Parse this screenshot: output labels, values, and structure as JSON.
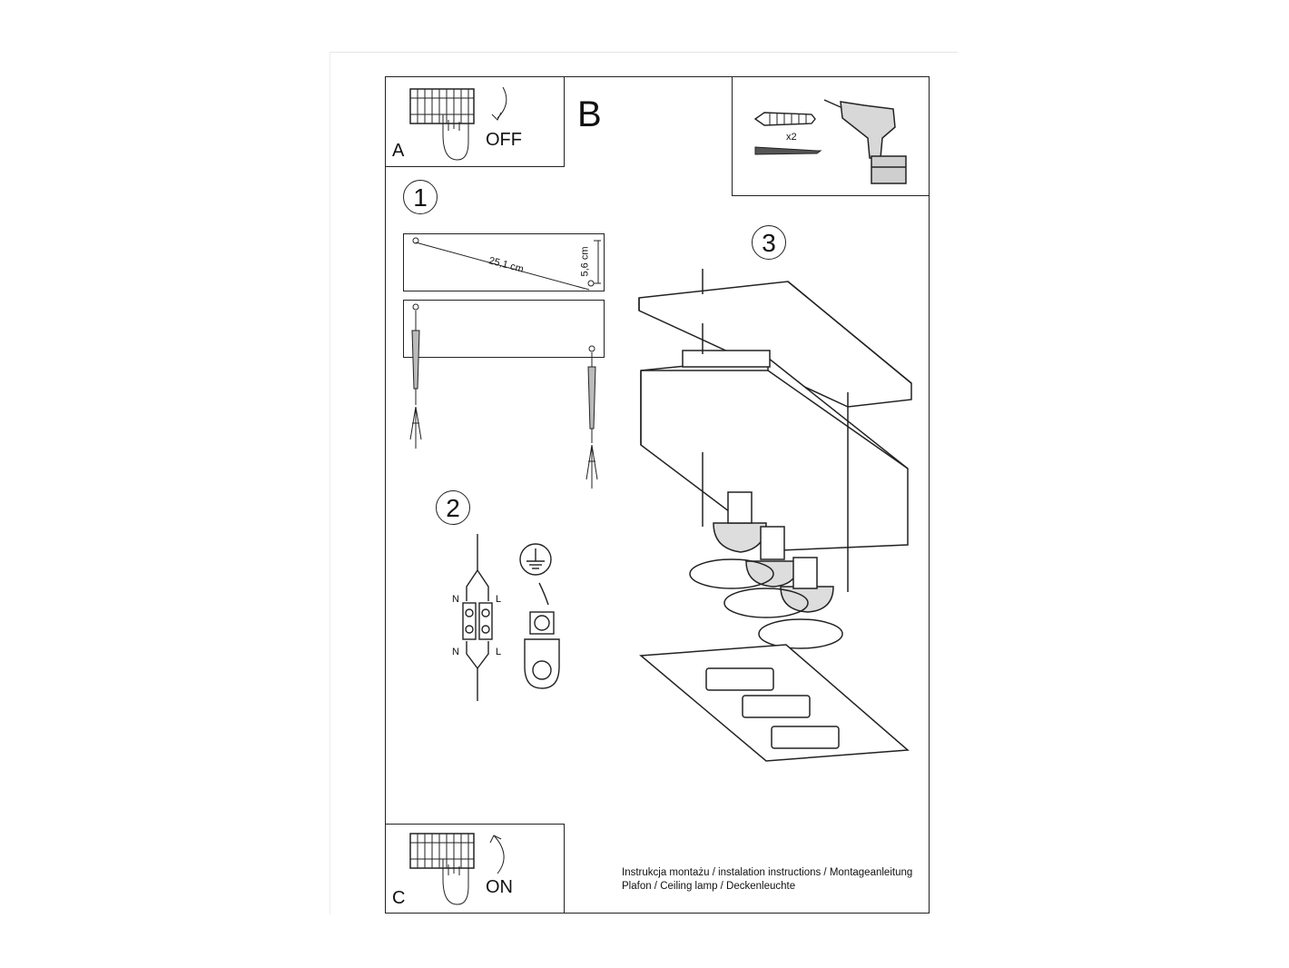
{
  "panels": {
    "a": {
      "letter": "A",
      "action": "OFF"
    },
    "b": {
      "letter": "B",
      "screw_count": "x2"
    },
    "c": {
      "letter": "C",
      "action": "ON"
    }
  },
  "steps": {
    "step1": {
      "number": "1",
      "diagonal": "25,1 cm",
      "height": "5,6 cm"
    },
    "step2": {
      "number": "2",
      "neutral": "N",
      "live": "L"
    },
    "step3": {
      "number": "3"
    }
  },
  "footer": {
    "line1": "Instrukcja montażu / instalation instructions / Montageanleitung",
    "line2": "Plafon / Ceiling lamp / Deckenleuchte"
  },
  "colors": {
    "stroke": "#222222",
    "background": "#ffffff"
  }
}
